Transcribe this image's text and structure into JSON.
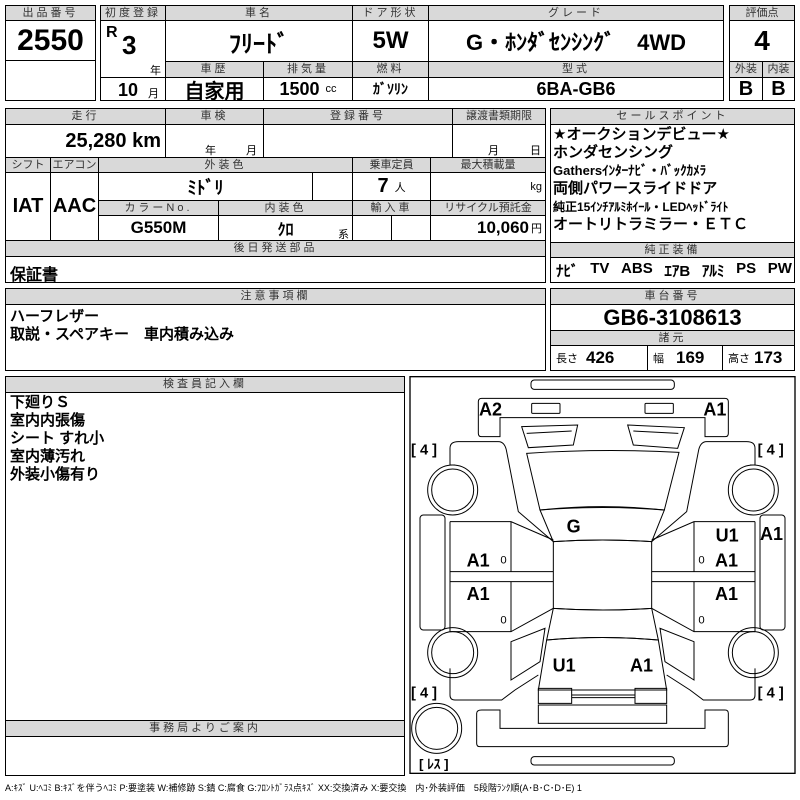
{
  "lot": {
    "label": "出品番号",
    "value": "2550"
  },
  "first_reg": {
    "label": "初度登録",
    "era": "R",
    "year": "3",
    "year_unit": "年",
    "month": "10",
    "month_unit": "月"
  },
  "car_name": {
    "label": "車名",
    "value": "ﾌﾘｰﾄﾞ"
  },
  "door": {
    "label": "ドア形状",
    "value": "5W"
  },
  "grade": {
    "label": "グレード",
    "value": "G・ﾎﾝﾀﾞｾﾝｼﾝｸﾞ　4WD"
  },
  "score": {
    "label": "評価点",
    "value": "4",
    "ext_label": "外装",
    "int_label": "内装",
    "ext": "B",
    "int": "B"
  },
  "history": {
    "label": "車歴",
    "value": "自家用"
  },
  "displacement": {
    "label": "排気量",
    "value": "1500",
    "unit": "cc"
  },
  "fuel": {
    "label": "燃料",
    "value": "ｶﾞｿﾘﾝ"
  },
  "model": {
    "label": "型式",
    "value": "6BA-GB6"
  },
  "mileage": {
    "label": "走行",
    "value": "25,280 km"
  },
  "inspection": {
    "label": "車検",
    "year_unit": "年",
    "month_unit": "月"
  },
  "reg_number": {
    "label": "登録番号"
  },
  "transfer": {
    "label": "譲渡書類期限",
    "month_unit": "月",
    "day_unit": "日"
  },
  "shift": {
    "label": "シフト",
    "value": "IAT"
  },
  "ac": {
    "label": "エアコン",
    "value": "AAC"
  },
  "ext_color": {
    "label": "外装色",
    "value": "ﾐﾄﾞﾘ"
  },
  "capacity": {
    "label": "乗車定員",
    "value": "7",
    "unit": "人"
  },
  "max_load": {
    "label": "最大積載量",
    "unit": "kg"
  },
  "color_no": {
    "label": "カラーNo.",
    "value": "G550M"
  },
  "int_color": {
    "label": "内装色",
    "value": "ｸﾛ",
    "unit": "系"
  },
  "import": {
    "label": "輸入車"
  },
  "recycle": {
    "label": "リサイクル預託金",
    "value": "10,060",
    "unit": "円"
  },
  "later_parts": {
    "label": "後日発送部品",
    "value": "保証書"
  },
  "sales_points": {
    "label": "セールスポイント",
    "lines": [
      "★オークションデビュー★",
      "ホンダセンシング",
      "Gathersｲﾝﾀｰﾅﾋﾞ・ﾊﾞｯｸｶﾒﾗ",
      "両側パワースライドドア",
      "純正15ｲﾝﾁｱﾙﾐﾎｲｰﾙ・LEDﾍｯﾄﾞﾗｲﾄ",
      "オートリトラミラー・ＥＴＣ"
    ]
  },
  "equipment": {
    "label": "純正装備",
    "items": [
      "ﾅﾋﾞ",
      "TV",
      "ABS",
      "ｴｱB",
      "ｱﾙﾐ",
      "PS",
      "PW"
    ]
  },
  "notes": {
    "label": "注意事項欄",
    "lines": [
      "ハーフレザー",
      "取説・スペアキー　車内積み込み"
    ]
  },
  "chassis": {
    "label": "車台番号",
    "value": "GB6-3108613"
  },
  "specs": {
    "label": "諸元",
    "length_label": "長さ",
    "length": "426",
    "width_label": "幅",
    "width": "169",
    "height_label": "高さ",
    "height": "173"
  },
  "inspector": {
    "label": "検査員記入欄",
    "lines": [
      "下廻りＳ",
      "室内内張傷",
      "シート すれ小",
      "室内薄汚れ",
      "外装小傷有り"
    ]
  },
  "office": {
    "label": "事務局よりご案内"
  },
  "diagram": {
    "marks": {
      "front_left": "A2",
      "front_right": "A1",
      "windshield": "G",
      "right_door_top": "U1",
      "right_side": "A1",
      "right_front_door": "A1",
      "right_rear_door": "A1",
      "left_front_door": "A1",
      "left_rear_door": "A1",
      "rear_left": "U1",
      "rear_right": "A1"
    },
    "tires": {
      "fl": "[ 4 ]",
      "fr": "[ 4 ]",
      "rl": "[ 4 ]",
      "rr": "[ 4 ]",
      "spare": "[ ﾚｽ ]"
    },
    "door_marks": "0"
  },
  "legend": "A:ｷｽﾞ U:ﾍｺﾐ B:ｷｽﾞを伴うﾍｺﾐ P:要塗装 W:補修跡 S:錆 C:腐食 G:ﾌﾛﾝﾄｶﾞﾗｽ点ｷｽﾞ XX:交換済み X:要交換　内･外装評価　5段階ﾗﾝｸ順(A･B･C･D･E) 1"
}
